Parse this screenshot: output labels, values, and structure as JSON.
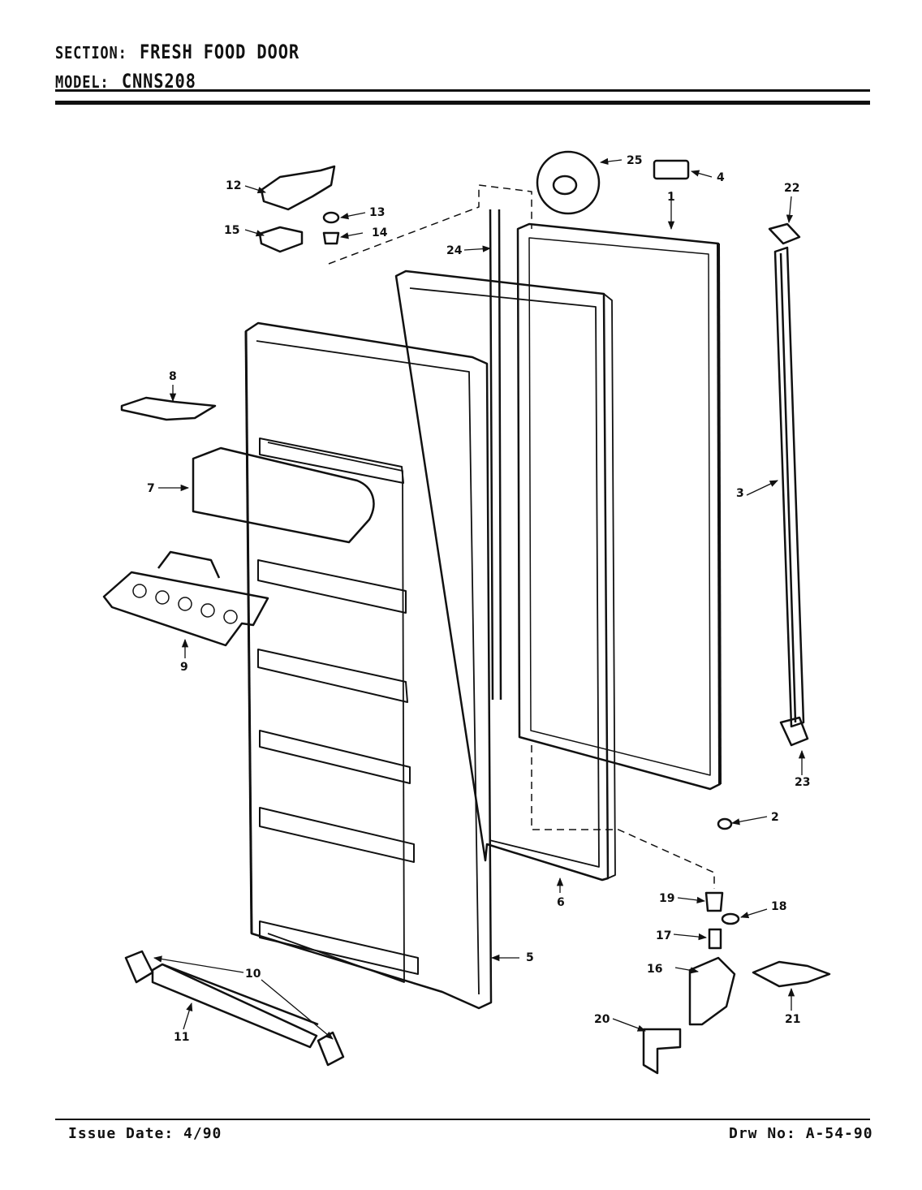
{
  "header": {
    "section_key": "SECTION:",
    "section_value": "FRESH FOOD DOOR",
    "model_key": "MODEL:",
    "model_value": "CNNS208"
  },
  "footer": {
    "issue_date": "Issue Date: 4/90",
    "drawing_no": "Drw No: A-54-90"
  },
  "part_labels": {
    "p1": "1",
    "p2": "2",
    "p3": "3",
    "p4": "4",
    "p5": "5",
    "p6": "6",
    "p7": "7",
    "p8": "8",
    "p9": "9",
    "p10": "10",
    "p11": "11",
    "p12": "12",
    "p13": "13",
    "p14": "14",
    "p15": "15",
    "p16": "16",
    "p17": "17",
    "p18": "18",
    "p19": "19",
    "p20": "20",
    "p21": "21",
    "p22": "22",
    "p23": "23",
    "p24": "24",
    "p25": "25"
  }
}
